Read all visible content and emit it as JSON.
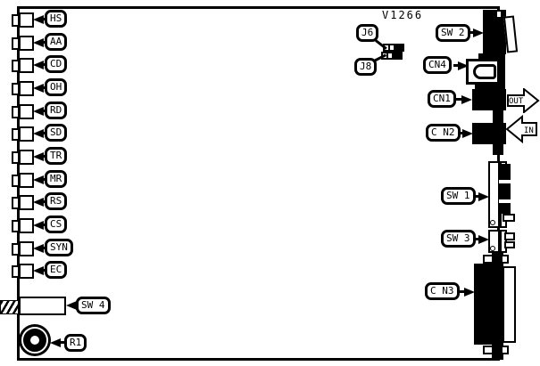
{
  "board": {
    "part_number": "V1266"
  },
  "leds": [
    {
      "label": "HS"
    },
    {
      "label": "AA"
    },
    {
      "label": "CD"
    },
    {
      "label": "OH"
    },
    {
      "label": "RD"
    },
    {
      "label": "SD"
    },
    {
      "label": "TR"
    },
    {
      "label": "MR"
    },
    {
      "label": "RS"
    },
    {
      "label": "CS"
    },
    {
      "label": "SYN"
    },
    {
      "label": "EC"
    }
  ],
  "jumpers": {
    "j6": "J6",
    "j8": "J8"
  },
  "switches": {
    "sw1": "SW 1",
    "sw2": "SW 2",
    "sw3": "SW 3",
    "sw4": "SW 4"
  },
  "connectors": {
    "cn1": "CN1",
    "cn2": "C N2",
    "cn3": "C N3",
    "cn4": "CN4"
  },
  "potentiometer": {
    "r1": "R1"
  },
  "arrows": {
    "out": "OUT",
    "in": "IN"
  },
  "colors": {
    "line": "#000000",
    "background": "#ffffff"
  }
}
